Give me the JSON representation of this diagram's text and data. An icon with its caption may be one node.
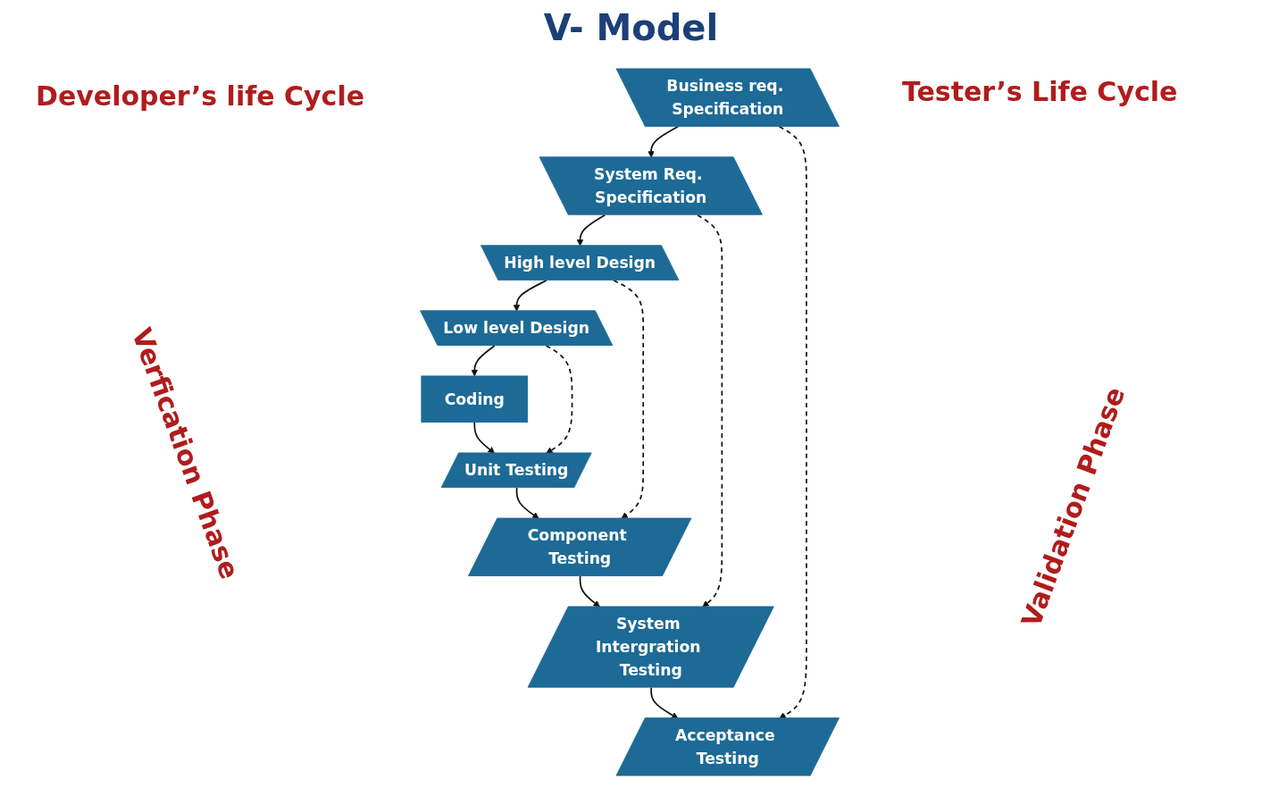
{
  "diagram": {
    "title": "V- Model",
    "nodes": [
      {
        "text": [
          "Business req. Specification"
        ]
      },
      {
        "text": [
          "System Req. Specification"
        ]
      },
      {
        "text": [
          "High level Design"
        ]
      },
      {
        "text": [
          "Low level Design"
        ]
      },
      {
        "text": [
          "Coding"
        ]
      },
      {
        "text": [
          "Unit Testing"
        ]
      },
      {
        "text": [
          "Component Testing"
        ]
      },
      {
        "text": [
          "System Intergration Testing"
        ]
      },
      {
        "text": [
          "Acceptance Testing"
        ]
      }
    ],
    "edges": [
      {
        "from": 0,
        "to": 1,
        "arrow": "to"
      },
      {
        "from": 1,
        "to": 2,
        "arrow": "to"
      },
      {
        "from": 2,
        "to": 3,
        "arrow": "to"
      },
      {
        "from": 3,
        "to": 4,
        "arrow": "to"
      },
      {
        "from": 4,
        "to": 5,
        "arrow": "to"
      },
      {
        "from": 5,
        "to": 6,
        "arrow": "to"
      },
      {
        "from": 6,
        "to": 7,
        "arrow": "to"
      },
      {
        "from": 7,
        "to": 8,
        "arrow": "to"
      },
      {
        "from": 0,
        "to": 8,
        "arrow": "to",
        "style": "dashed"
      },
      {
        "from": 1,
        "to": 7,
        "arrow": "to",
        "style": "dashed"
      },
      {
        "from": 2,
        "to": 6,
        "arrow": "to",
        "style": "dashed"
      },
      {
        "from": 3,
        "to": 5,
        "arrow": "to",
        "style": "dashed"
      }
    ],
    "labels": [
      "Developer’s life Cycle",
      "Tester’s Life Cycle",
      "Verfication Phase",
      "Validation Phase"
    ]
  }
}
